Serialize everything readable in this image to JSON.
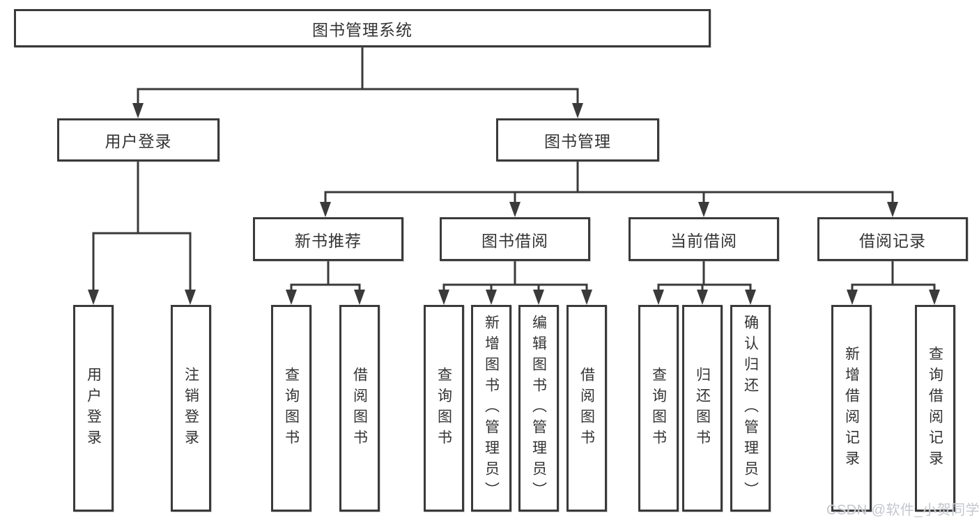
{
  "diagram": {
    "root": {
      "label": "图书管理系统"
    },
    "level2": [
      {
        "id": "user-login",
        "label": "用户登录"
      },
      {
        "id": "book-management",
        "label": "图书管理"
      }
    ],
    "level3": [
      {
        "id": "new-book-recommend",
        "label": "新书推荐"
      },
      {
        "id": "book-borrow",
        "label": "图书借阅"
      },
      {
        "id": "current-borrow",
        "label": "当前借阅"
      },
      {
        "id": "borrow-records",
        "label": "借阅记录"
      }
    ],
    "leaves": [
      {
        "group": "user-login",
        "label": "用户登录"
      },
      {
        "group": "user-login",
        "label": "注销登录"
      },
      {
        "group": "new-book-recommend",
        "label": "查询图书"
      },
      {
        "group": "new-book-recommend",
        "label": "借阅图书"
      },
      {
        "group": "book-borrow",
        "label": "查询图书"
      },
      {
        "group": "book-borrow",
        "label": "新增图书（管理员）"
      },
      {
        "group": "book-borrow",
        "label": "编辑图书（管理员）"
      },
      {
        "group": "book-borrow",
        "label": "借阅图书"
      },
      {
        "group": "current-borrow",
        "label": "查询图书"
      },
      {
        "group": "current-borrow",
        "label": "归还图书"
      },
      {
        "group": "current-borrow",
        "label": "确认归还（管理员）"
      },
      {
        "group": "borrow-records",
        "label": "新增借阅记录"
      },
      {
        "group": "borrow-records",
        "label": "查询借阅记录"
      }
    ],
    "watermark": "CSDN @软件_小贺同学",
    "colors": {
      "line": "#3a3a3a",
      "box_border": "#3a3a3a",
      "text": "#333333",
      "watermark": "#c3c7cc",
      "background": "#ffffff"
    }
  }
}
